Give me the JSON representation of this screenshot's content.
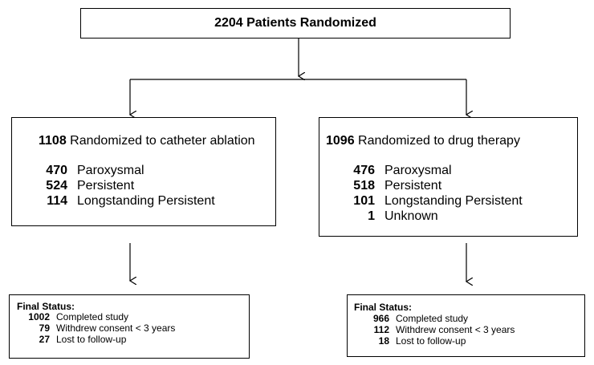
{
  "top": {
    "count": "2204",
    "label": "Patients Randomized"
  },
  "left_arm": {
    "count": "1108",
    "label": "Randomized to catheter ablation",
    "subgroups": [
      {
        "n": "470",
        "label": "Paroxysmal"
      },
      {
        "n": "524",
        "label": "Persistent"
      },
      {
        "n": "114",
        "label": "Longstanding Persistent"
      }
    ],
    "final": {
      "title": "Final Status:",
      "rows": [
        {
          "n": "1002",
          "label": "Completed study"
        },
        {
          "n": "79",
          "label": "Withdrew consent < 3 years"
        },
        {
          "n": "27",
          "label": "Lost to follow-up"
        }
      ]
    }
  },
  "right_arm": {
    "count": "1096",
    "label": "Randomized to drug therapy",
    "subgroups": [
      {
        "n": "476",
        "label": "Paroxysmal"
      },
      {
        "n": "518",
        "label": "Persistent"
      },
      {
        "n": "101",
        "label": "Longstanding Persistent"
      },
      {
        "n": "1",
        "label": "Unknown"
      }
    ],
    "final": {
      "title": "Final Status:",
      "rows": [
        {
          "n": "966",
          "label": "Completed study"
        },
        {
          "n": "112",
          "label": "Withdrew consent < 3 years"
        },
        {
          "n": "18",
          "label": "Lost to follow-up"
        }
      ]
    }
  },
  "colors": {
    "line": "#000000",
    "box_border": "#000000",
    "background": "#ffffff"
  }
}
